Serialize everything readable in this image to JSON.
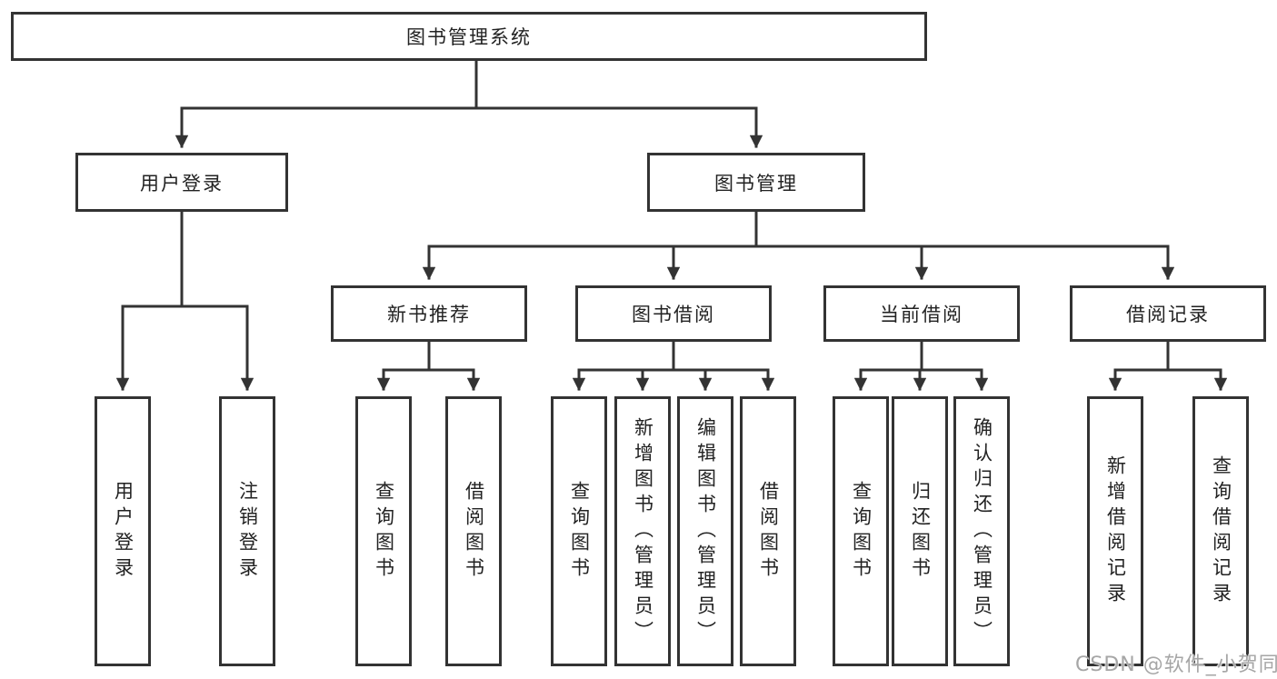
{
  "tree": {
    "label": "图书管理系统",
    "children": [
      {
        "label": "用户登录",
        "children": [
          {
            "label": "用户登录"
          },
          {
            "label": "注销登录"
          }
        ]
      },
      {
        "label": "图书管理",
        "children": [
          {
            "label": "新书推荐",
            "children": [
              {
                "label": "查询图书"
              },
              {
                "label": "借阅图书"
              }
            ]
          },
          {
            "label": "图书借阅",
            "children": [
              {
                "label": "查询图书"
              },
              {
                "label": "新增图书（管理员）"
              },
              {
                "label": "编辑图书（管理员）"
              },
              {
                "label": "借阅图书"
              }
            ]
          },
          {
            "label": "当前借阅",
            "children": [
              {
                "label": "查询图书"
              },
              {
                "label": "归还图书"
              },
              {
                "label": "确认归还（管理员）"
              }
            ]
          },
          {
            "label": "借阅记录",
            "children": [
              {
                "label": "新增借阅记录"
              },
              {
                "label": "查询借阅记录"
              }
            ]
          }
        ]
      }
    ]
  },
  "watermark": {
    "text": "CSDN @软件_小贺同学"
  },
  "colors": {
    "line": "#333333",
    "box_border": "#333333",
    "box_background": "#ffffff",
    "text": "#222222",
    "watermark": "#a6a6a6"
  }
}
